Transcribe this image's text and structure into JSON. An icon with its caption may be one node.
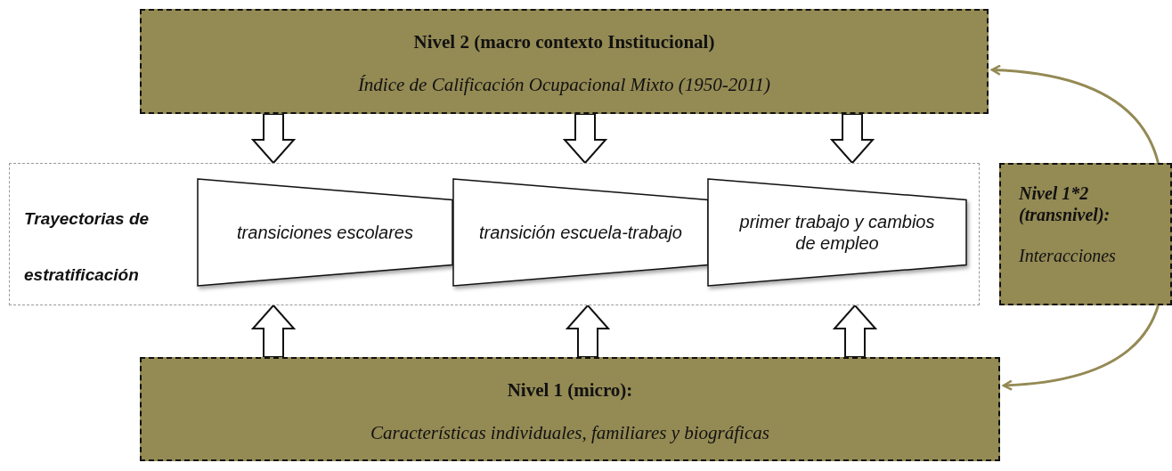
{
  "diagram": {
    "nodes": [
      {
        "text": [
          "Nivel 2 (macro contexto Institucional)",
          "Índice de Calificación Ocupacional Mixto (1950-2011)"
        ]
      },
      {
        "text": [
          "Trayectorias de estratificación"
        ]
      },
      {
        "text": [
          "transiciones escolares"
        ],
        "in": 1
      },
      {
        "text": [
          "transición escuela-trabajo"
        ],
        "in": 1
      },
      {
        "text": [
          "primer trabajo y cambios de empleo"
        ],
        "in": 1
      },
      {
        "text": [
          "Nivel 1 (micro):",
          "Características individuales, familiares y biográficas"
        ]
      },
      {
        "text": [
          "Nivel 1*2 (transnivel):",
          "Interacciones"
        ]
      }
    ],
    "edges": [
      {
        "from": 0,
        "to": 1,
        "arrow": "to",
        "style": "thick"
      },
      {
        "from": 0,
        "to": 1,
        "arrow": "to",
        "style": "thick"
      },
      {
        "from": 0,
        "to": 1,
        "arrow": "to",
        "style": "thick"
      },
      {
        "from": 5,
        "to": 1,
        "arrow": "to",
        "style": "thick"
      },
      {
        "from": 5,
        "to": 1,
        "arrow": "to",
        "style": "thick"
      },
      {
        "from": 5,
        "to": 1,
        "arrow": "to",
        "style": "thick"
      },
      {
        "from": 6,
        "to": 0,
        "arrow": "to",
        "color": "#948a54"
      },
      {
        "from": 6,
        "to": 5,
        "arrow": "to",
        "color": "#948a54"
      }
    ]
  }
}
